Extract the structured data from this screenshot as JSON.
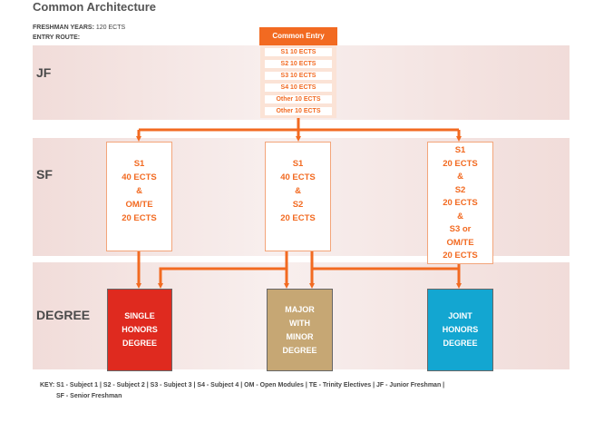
{
  "title": "Common Architecture",
  "freshman_years": {
    "label": "FRESHMAN YEARS:",
    "value": "120 ECTS"
  },
  "entry_route": {
    "label": "ENTRY ROUTE:"
  },
  "bands": {
    "jf": "JF",
    "sf": "SF",
    "degree": "DEGREE"
  },
  "common_entry": {
    "title": "Common Entry",
    "modules": [
      "S1 10 ECTS",
      "S2 10 ECTS",
      "S3 10 ECTS",
      "S4 10 ECTS",
      "Other 10 ECTS",
      "Other 10 ECTS"
    ]
  },
  "sf_boxes": [
    {
      "lines": [
        "S1",
        "40 ECTS",
        "&",
        "OM/TE",
        "20 ECTS"
      ]
    },
    {
      "lines": [
        "S1",
        "40 ECTS",
        "&",
        "S2",
        "20 ECTS"
      ]
    },
    {
      "lines": [
        "S1",
        "20 ECTS",
        "&",
        "S2",
        "20 ECTS",
        "&",
        "S3 or",
        "OM/TE",
        "20 ECTS"
      ]
    }
  ],
  "degrees": [
    {
      "lines": [
        "SINGLE",
        "HONORS",
        "DEGREE"
      ],
      "color": "#df2a1f"
    },
    {
      "lines": [
        "MAJOR",
        "WITH",
        "MINOR",
        "DEGREE"
      ],
      "color": "#c6a774"
    },
    {
      "lines": [
        "JOINT",
        "HONORS",
        "DEGREE"
      ],
      "color": "#13a6d1"
    }
  ],
  "colors": {
    "accent": "#f26a21"
  },
  "key": {
    "line1": "KEY: S1 - Subject 1 | S2 - Subject 2 | S3 - Subject 3 | S4 - Subject 4 | OM - Open Modules | TE - Trinity Electives | JF - Junior Freshman |",
    "line2": "SF - Senior Freshman"
  }
}
